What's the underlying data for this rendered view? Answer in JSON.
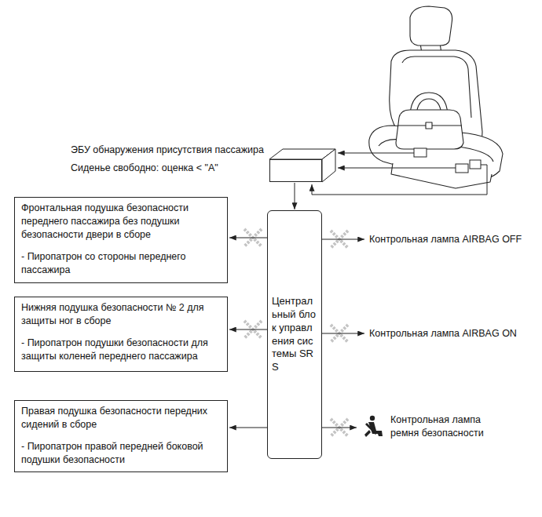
{
  "diagram": {
    "nodes": [
      {
        "text": [
          "ЭБУ обнаружения присутствия пассажира",
          "Сиденье свободно: оценка < \"A\""
        ]
      },
      {
        "text": [
          "Фронтальная подушка безопасности переднего пассажира без подушки безопасности двери в сборе",
          "- Пиропатрон со стороны переднего пассажира"
        ]
      },
      {
        "text": [
          "Нижняя подушка безопасности № 2 для защиты ног в сборе",
          "- Пиропатрон подушки безопасности для защиты коленей переднего пассажира"
        ]
      },
      {
        "text": [
          "Правая подушка безопасности передних сидений в сборе",
          "- Пиропатрон правой передней боковой подушки безопасности"
        ]
      },
      {
        "text": [
          "Центральный блок управления системы SRS"
        ]
      },
      {
        "text": [
          "Контрольная лампа AIRBAG OFF"
        ]
      },
      {
        "text": [
          "Контрольная лампа AIRBAG ON"
        ]
      },
      {
        "text": [
          "Контрольная лампа ремня безопасности"
        ]
      }
    ],
    "edges": [
      {
        "from": 0,
        "to": 4,
        "arrow": "to"
      },
      {
        "from": 4,
        "to": 1,
        "arrow": "to"
      },
      {
        "from": 4,
        "to": 2,
        "arrow": "to"
      },
      {
        "from": 4,
        "to": 3,
        "arrow": "to"
      },
      {
        "from": 4,
        "to": 5,
        "arrow": "to"
      },
      {
        "from": 4,
        "to": 6,
        "arrow": "to"
      },
      {
        "from": 4,
        "to": 7,
        "arrow": "to"
      }
    ]
  }
}
